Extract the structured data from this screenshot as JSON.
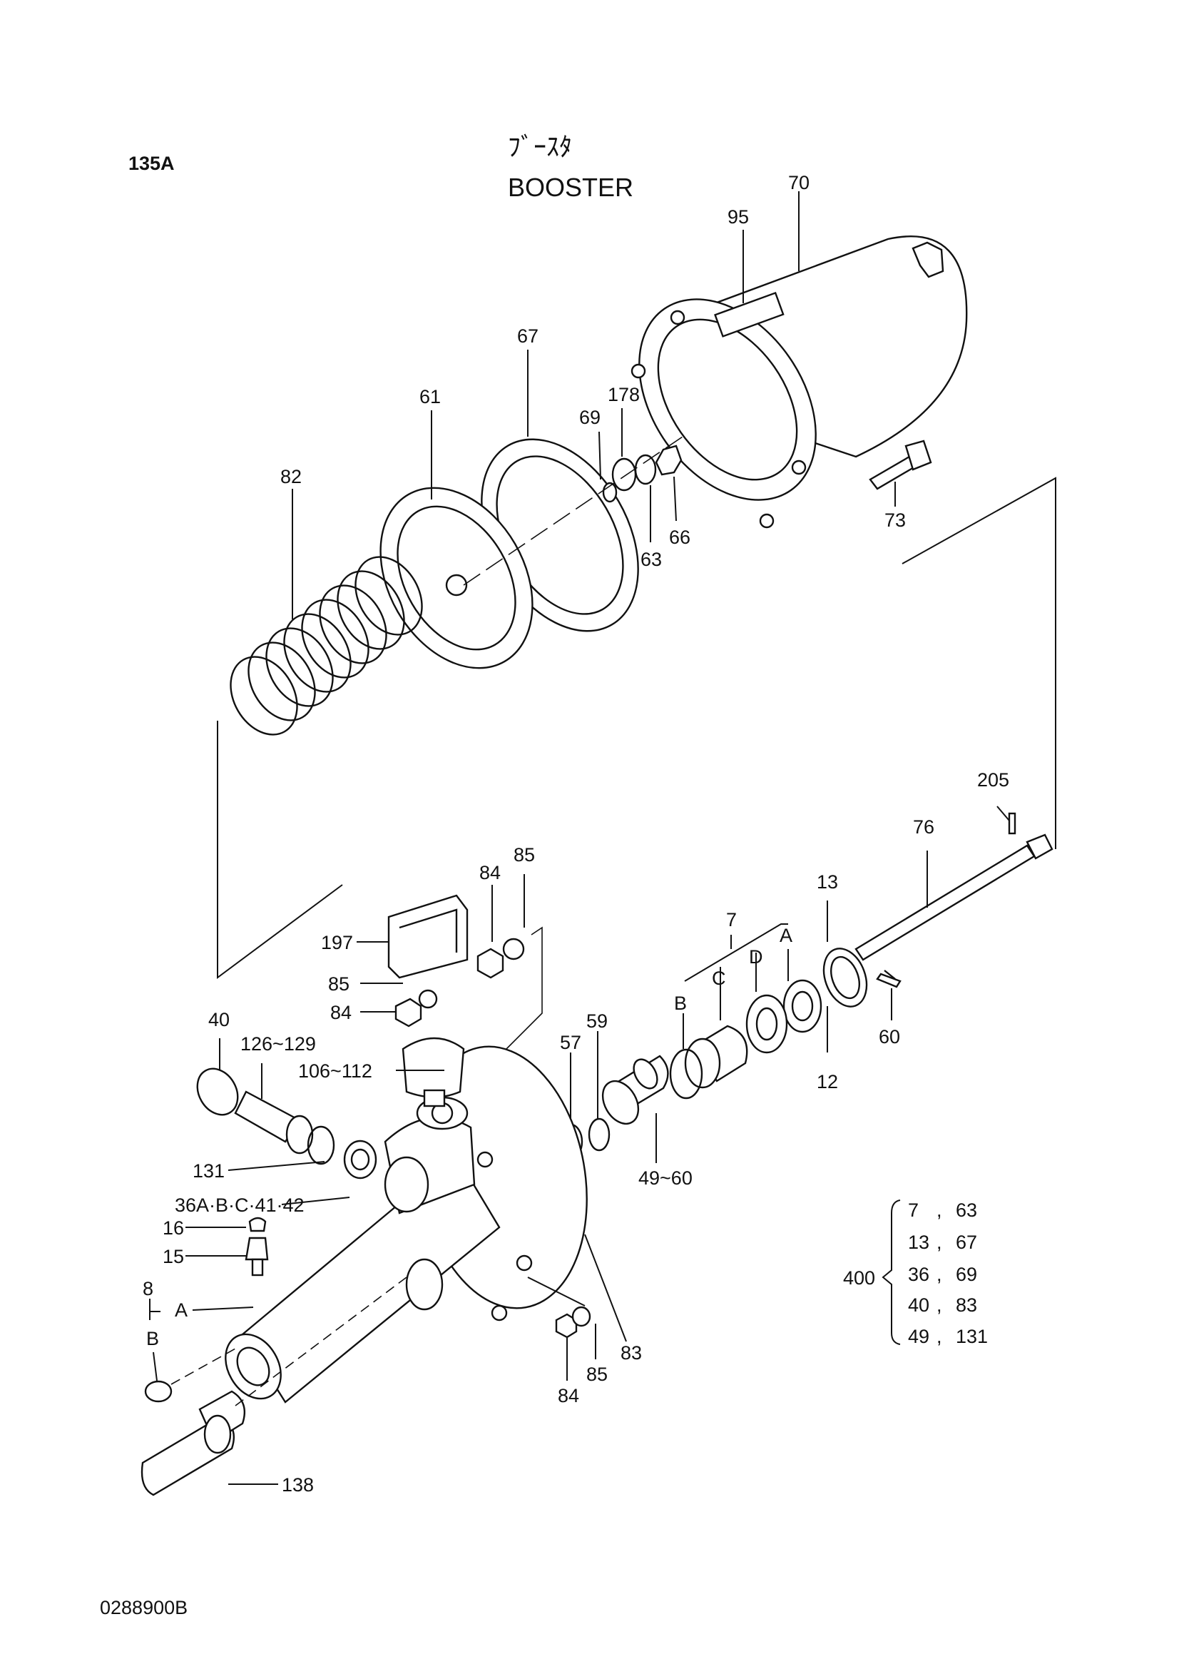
{
  "page_number": "135A",
  "title_jp": "ﾌﾞｰｽﾀ",
  "title_en": "BOOSTER",
  "drawing_number": "0288900B",
  "callouts": {
    "p70": "70",
    "p95": "95",
    "p67": "67",
    "p61": "61",
    "p82": "82",
    "p178": "178",
    "p69": "69",
    "p63": "63",
    "p66": "66",
    "p73": "73",
    "p205": "205",
    "p76": "76",
    "p13": "13",
    "p7": "7",
    "pD": "D",
    "pA": "A",
    "pC": "C",
    "pB": "B",
    "p60": "60",
    "p12": "12",
    "p85a": "85",
    "p84a": "84",
    "p197": "197",
    "p85b": "85",
    "p84b": "84",
    "p40": "40",
    "p126": "126~129",
    "p106": "106~112",
    "p57": "57",
    "p59": "59",
    "p49": "49~60",
    "p131": "131",
    "p36": "36A·B·C·41·42",
    "p16": "16",
    "p15": "15",
    "p8": "8",
    "p8A": "A",
    "p8B": "B",
    "p83": "83",
    "p85c": "85",
    "p84c": "84",
    "p138": "138"
  },
  "kit_table": {
    "kit_number": "400",
    "rows": [
      {
        "left": "7",
        "right": "63"
      },
      {
        "left": "13",
        "right": "67"
      },
      {
        "left": "36",
        "right": "69"
      },
      {
        "left": "40",
        "right": "83"
      },
      {
        "left": "49",
        "right": "131"
      }
    ]
  }
}
